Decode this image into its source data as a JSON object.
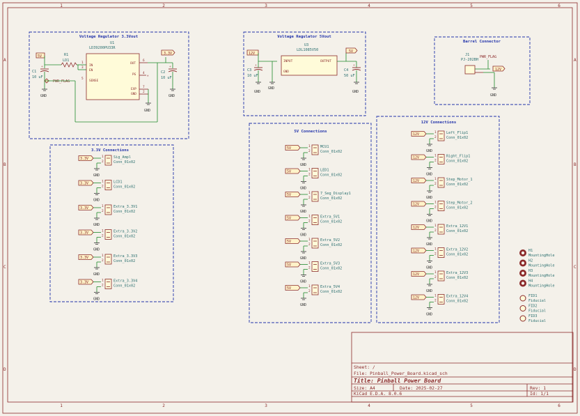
{
  "regulator33": {
    "title": "Voltage Regulator 3.3Vout",
    "u1_ref": "U1",
    "u1_val": "LD39200PU33R",
    "pins": {
      "in": "IN",
      "en": "EN",
      "sense": "SENSE",
      "out": "OUT",
      "pg": "PG",
      "exp": "EXP",
      "gnd": "GND"
    },
    "pin_nums": {
      "n1": "1",
      "n3": "3",
      "n5": "5",
      "n6": "6",
      "n4": "4",
      "n7": "7",
      "n2": "2"
    },
    "in_label": "5V",
    "out_label": "3.3V",
    "r_ref": "R1",
    "r_val": "LD1",
    "c1_ref": "C1",
    "c1_val": "10 uF",
    "c2_ref": "C2",
    "c2_val": "10 uF",
    "flag": "PWR_FLAG",
    "gnd": "GND"
  },
  "regulator5": {
    "title": "Voltage Regulator 5Vout",
    "u_ref": "U3",
    "u_val": "LDL1085V50",
    "pin_input": "INPUT",
    "pin_output": "OUTPUT",
    "pin_gnd": "GND",
    "in_label": "12V",
    "out_label": "5V",
    "c3_ref": "C3",
    "c3_val": "10 uF",
    "c4_ref": "C4",
    "c4_val": "50 uF",
    "gnd": "GND"
  },
  "barrel": {
    "title": "Barrel Connector",
    "j_ref": "J1",
    "j_val": "PJ-202BH",
    "flag": "PWR_FLAG",
    "label": "12V",
    "gnd": "GND"
  },
  "conn33": {
    "title": "3.3V Connections",
    "net": "3.3V",
    "items": [
      {
        "ref": "Sig_Ampl",
        "val": "Conn_01x02"
      },
      {
        "ref": "LCD1",
        "val": "Conn_01x02"
      },
      {
        "ref": "Extra_3.3V1",
        "val": "Conn_01x02"
      },
      {
        "ref": "Extra_3.3V2",
        "val": "Conn_01x02"
      },
      {
        "ref": "Extra_3.3V3",
        "val": "Conn_01x02"
      },
      {
        "ref": "Extra_3.3V4",
        "val": "Conn_01x02"
      }
    ]
  },
  "conn5": {
    "title": "5V Connections",
    "net": "5V",
    "items": [
      {
        "ref": "MCU1",
        "val": "Conn_01x02"
      },
      {
        "ref": "LED1",
        "val": "Conn_01x02"
      },
      {
        "ref": "7_Seg_Display1",
        "val": "Conn_01x02"
      },
      {
        "ref": "Extra_5V1",
        "val": "Conn_01x02"
      },
      {
        "ref": "Extra_5V2",
        "val": "Conn_01x02"
      },
      {
        "ref": "Extra_5V3",
        "val": "Conn_01x02"
      },
      {
        "ref": "Extra_5V4",
        "val": "Conn_01x02"
      }
    ]
  },
  "conn12": {
    "title": "12V Connections",
    "net": "12V",
    "items": [
      {
        "ref": "Left_Flip1",
        "val": "Conn_01x02"
      },
      {
        "ref": "Right_Flip1",
        "val": "Conn_01x02"
      },
      {
        "ref": "Step_Motor_1",
        "val": "Conn_01x02"
      },
      {
        "ref": "Step_Motor_2",
        "val": "Conn_01x02"
      },
      {
        "ref": "Extra_12V1",
        "val": "Conn_01x02"
      },
      {
        "ref": "Extra_12V2",
        "val": "Conn_01x02"
      },
      {
        "ref": "Extra_12V3",
        "val": "Conn_01x02"
      },
      {
        "ref": "Extra_12V4",
        "val": "Conn_01x02"
      }
    ]
  },
  "mounting": [
    {
      "ref": "H1",
      "val": "MountingHole"
    },
    {
      "ref": "H2",
      "val": "MountingHole"
    },
    {
      "ref": "H3",
      "val": "MountingHole"
    },
    {
      "ref": "H4",
      "val": "MountingHole"
    }
  ],
  "fiducials": [
    {
      "ref": "FID1",
      "val": "Fiducial"
    },
    {
      "ref": "FID2",
      "val": "Fiducial"
    },
    {
      "ref": "FID3",
      "val": "Fiducial"
    }
  ],
  "frame": {
    "cols": [
      "1",
      "2",
      "3",
      "4",
      "5",
      "6"
    ],
    "rows": [
      "A",
      "B",
      "C",
      "D"
    ]
  },
  "title_block": {
    "sheet": "Sheet: /",
    "file": "File: Pinball_Power_Board.kicad_sch",
    "title": "Title: Pinball Power Board",
    "size": "Size: A4",
    "date": "Date: 2025-02-27",
    "rev": "Rev: 1",
    "tool": "KiCad E.D.A. 8.0.6",
    "id": "Id: 1/1"
  },
  "colors": {
    "frame": "#8b2a2a",
    "wire": "#1f8a2a",
    "box": "#2233aa",
    "component": "#fffbd9"
  }
}
